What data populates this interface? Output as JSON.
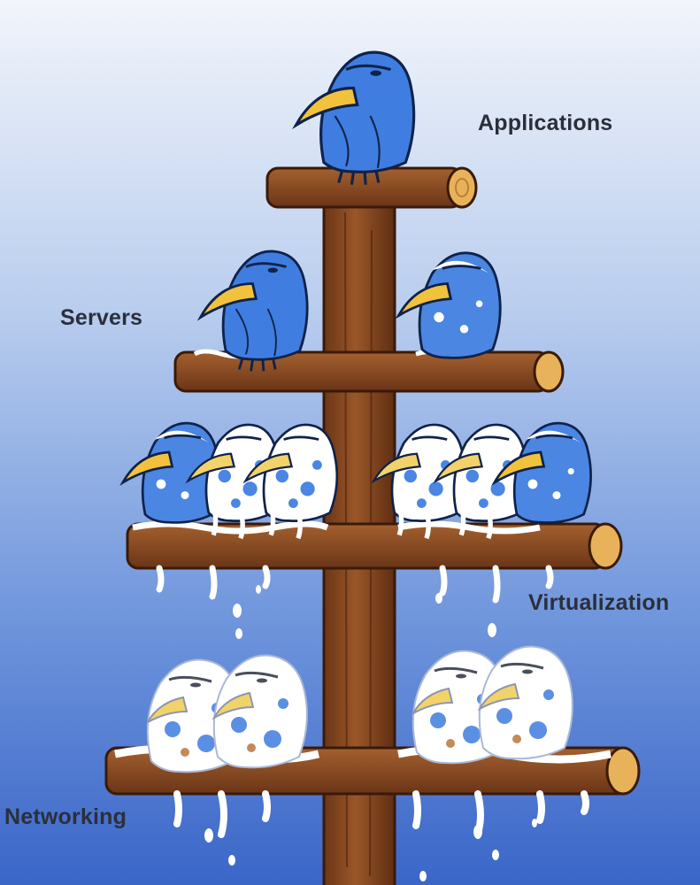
{
  "labels": {
    "applications": "Applications",
    "servers": "Servers",
    "virtualization": "Virtualization",
    "networking": "Networking"
  },
  "colors": {
    "sky_top": "#eef3fb",
    "sky_bottom": "#3f6fd0",
    "wood": "#8a4a22",
    "wood_dark": "#5a2c12",
    "wood_end": "#e8b25a",
    "bird_blue": "#3f7ee0",
    "bird_dark": "#1f4aa8",
    "beak": "#f2c23c",
    "snow": "#ffffff",
    "label_text": "#2b2f3a"
  },
  "illustration": {
    "subject": "utility-pole-with-birds",
    "icons": [
      "bird-icon",
      "pole-icon",
      "snow-icon"
    ]
  }
}
